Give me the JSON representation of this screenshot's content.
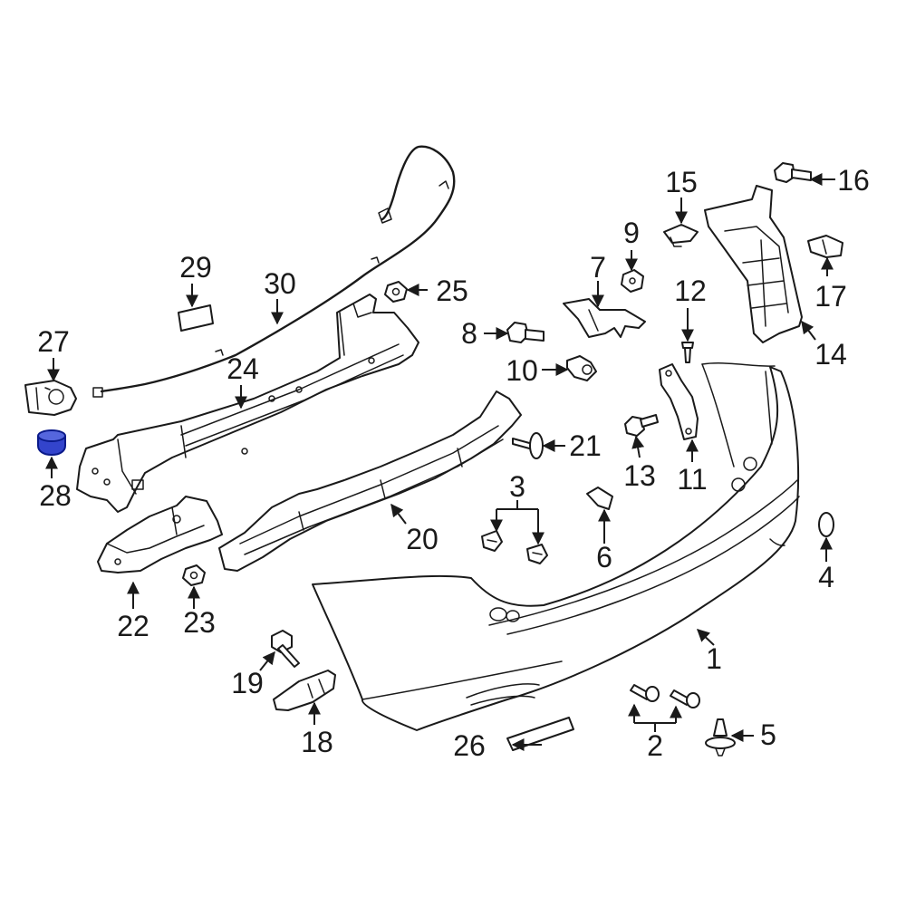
{
  "diagram": {
    "callouts": [
      {
        "id": "c1",
        "text": "1"
      },
      {
        "id": "c2",
        "text": "2"
      },
      {
        "id": "c3",
        "text": "3"
      },
      {
        "id": "c4",
        "text": "4"
      },
      {
        "id": "c5",
        "text": "5"
      },
      {
        "id": "c6",
        "text": "6"
      },
      {
        "id": "c7",
        "text": "7"
      },
      {
        "id": "c8",
        "text": "8"
      },
      {
        "id": "c9",
        "text": "9"
      },
      {
        "id": "c10",
        "text": "10"
      },
      {
        "id": "c11",
        "text": "11"
      },
      {
        "id": "c12",
        "text": "12"
      },
      {
        "id": "c13",
        "text": "13"
      },
      {
        "id": "c14",
        "text": "14"
      },
      {
        "id": "c15",
        "text": "15"
      },
      {
        "id": "c16",
        "text": "16"
      },
      {
        "id": "c17",
        "text": "17"
      },
      {
        "id": "c18",
        "text": "18"
      },
      {
        "id": "c19",
        "text": "19"
      },
      {
        "id": "c20",
        "text": "20"
      },
      {
        "id": "c21",
        "text": "21"
      },
      {
        "id": "c22",
        "text": "22"
      },
      {
        "id": "c23",
        "text": "23"
      },
      {
        "id": "c24",
        "text": "24"
      },
      {
        "id": "c25",
        "text": "25"
      },
      {
        "id": "c26",
        "text": "26"
      },
      {
        "id": "c27",
        "text": "27"
      },
      {
        "id": "c28",
        "text": "28"
      },
      {
        "id": "c29",
        "text": "29"
      },
      {
        "id": "c30",
        "text": "30"
      }
    ],
    "highlight_part": "28",
    "colors": {
      "line": "#1a1a1a",
      "background": "#ffffff",
      "highlight_fill": "#3344cc",
      "highlight_stroke": "#0a1a8a"
    }
  }
}
